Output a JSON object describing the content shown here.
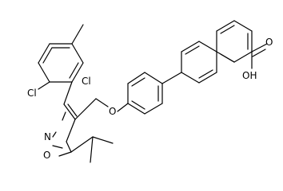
{
  "atom_labels": {
    "cl_top": "Cl",
    "cl_left": "Cl",
    "o_ether": "O",
    "n_ring": "N",
    "o_ring": "O",
    "o_carbonyl": "O",
    "oh": "OH"
  },
  "colors": {
    "ink": "#000000",
    "background": "#ffffff"
  }
}
